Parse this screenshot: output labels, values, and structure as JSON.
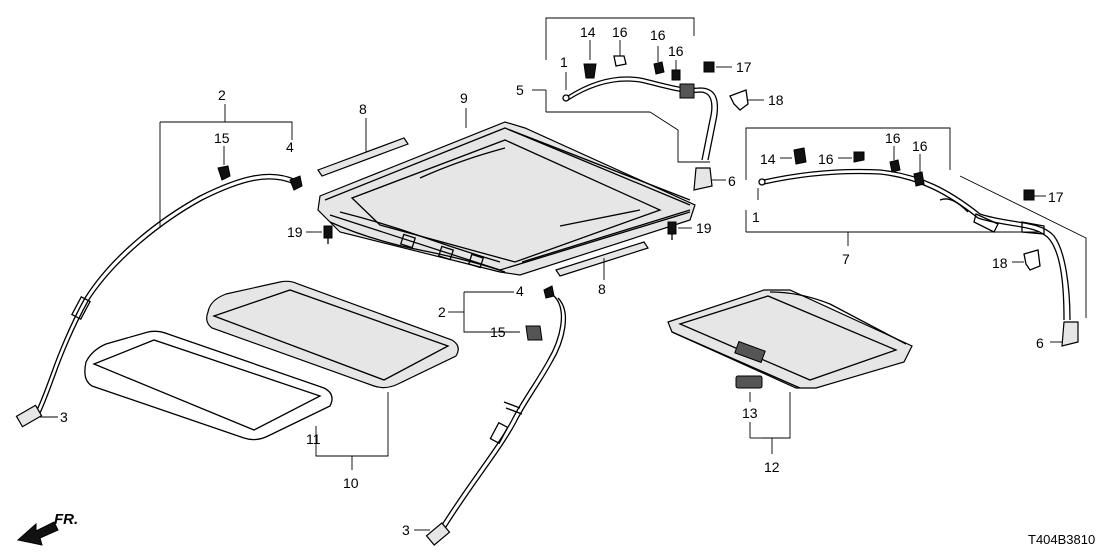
{
  "callouts": {
    "c1a": "1",
    "c1b": "1",
    "c2a": "2",
    "c2b": "2",
    "c3a": "3",
    "c3b": "3",
    "c4a": "4",
    "c4b": "4",
    "c5": "5",
    "c6a": "6",
    "c6b": "6",
    "c7": "7",
    "c8a": "8",
    "c8b": "8",
    "c9": "9",
    "c10": "10",
    "c11": "11",
    "c12": "12",
    "c13": "13",
    "c14a": "14",
    "c14b": "14",
    "c15a": "15",
    "c15b": "15",
    "c16a": "16",
    "c16b": "16",
    "c16c": "16",
    "c16d": "16",
    "c16e": "16",
    "c17a": "17",
    "c17b": "17",
    "c18a": "18",
    "c18b": "18",
    "c19a": "19",
    "c19b": "19"
  },
  "front_indicator": "FR.",
  "diagram_code": "T404B3810"
}
